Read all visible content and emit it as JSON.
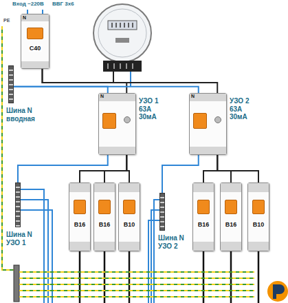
{
  "diagram": {
    "nodes": [
      {
        "text": [
          "С40"
        ]
      },
      {
        "text": [
          "Шина N вводная"
        ]
      },
      {
        "text": [
          "УЗО 1 63А 30мА"
        ]
      },
      {
        "text": [
          "УЗО 2 63А 30мА"
        ]
      },
      {
        "text": [
          "B16"
        ]
      },
      {
        "text": [
          "B16"
        ]
      },
      {
        "text": [
          "B10"
        ]
      },
      {
        "text": [
          "B16"
        ]
      },
      {
        "text": [
          "B16"
        ]
      },
      {
        "text": [
          "B10"
        ]
      },
      {
        "text": [
          "Шина N УЗО 1"
        ]
      },
      {
        "text": [
          "Шина N УЗО 2"
        ]
      }
    ],
    "edges": [
      {
        "from": 0,
        "to": 2,
        "arrow": "none"
      },
      {
        "from": 0,
        "to": 3,
        "arrow": "none"
      },
      {
        "from": 1,
        "to": 2,
        "arrow": "none"
      },
      {
        "from": 1,
        "to": 3,
        "arrow": "none"
      },
      {
        "from": 2,
        "to": 4,
        "arrow": "none"
      },
      {
        "from": 2,
        "to": 5,
        "arrow": "none"
      },
      {
        "from": 2,
        "to": 6,
        "arrow": "none"
      },
      {
        "from": 3,
        "to": 7,
        "arrow": "none"
      },
      {
        "from": 3,
        "to": 8,
        "arrow": "none"
      },
      {
        "from": 3,
        "to": 9,
        "arrow": "none"
      },
      {
        "from": 2,
        "to": 10,
        "arrow": "none"
      },
      {
        "from": 3,
        "to": 11,
        "arrow": "none"
      }
    ],
    "labels": [
      "Вход ~220В",
      "ВВГ 3х6",
      "PE",
      "N",
      "N",
      "N"
    ]
  }
}
